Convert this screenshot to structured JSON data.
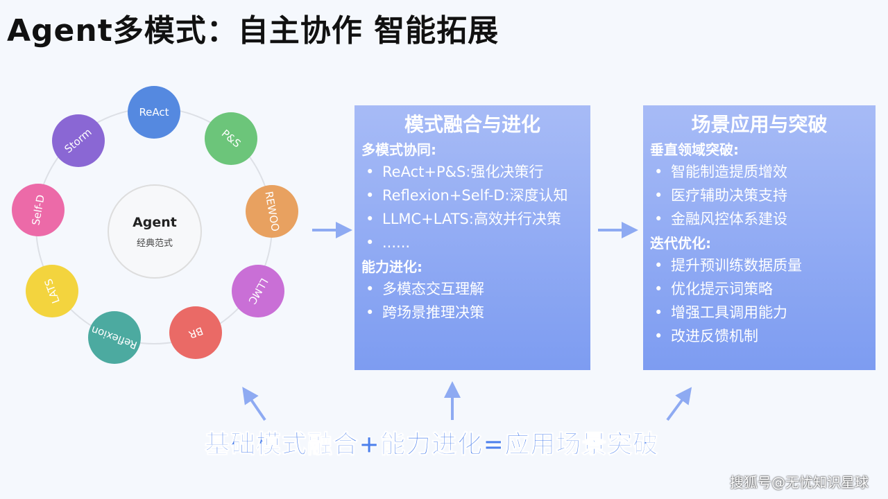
{
  "title": "Agent多模式：自主协作 智能拓展",
  "center": {
    "title": "Agent",
    "subtitle": "经典范式"
  },
  "nodes": [
    {
      "label": "ReAct",
      "color": "#5589e0"
    },
    {
      "label": "P&S",
      "color": "#6cc57a"
    },
    {
      "label": "REWOO",
      "color": "#e8a160"
    },
    {
      "label": "LLMC",
      "color": "#c96fd6"
    },
    {
      "label": "BR",
      "color": "#ea6a66"
    },
    {
      "label": "Reflexion",
      "color": "#4caaa0"
    },
    {
      "label": "LATS",
      "color": "#f3d43e"
    },
    {
      "label": "Self-D",
      "color": "#ec6aa8"
    },
    {
      "label": "Storm",
      "color": "#8a67d4"
    }
  ],
  "box1": {
    "title": "模式融合与进化",
    "h1": "多模式协同:",
    "items1": [
      "ReAct+P&S:强化决策行",
      "Reflexion+Self-D:深度认知",
      "LLMC+LATS:高效并行决策",
      "......"
    ],
    "h2": "能力进化:",
    "items2": [
      "多模态交互理解",
      "跨场景推理决策"
    ]
  },
  "box2": {
    "title": "场景应用与突破",
    "h1": "垂直领域突破:",
    "items1": [
      "智能制造提质增效",
      "医疗辅助决策支持",
      "金融风控体系建设"
    ],
    "h2": "迭代优化:",
    "items2": [
      "提升预训练数据质量",
      "优化提示词策略",
      "增强工具调用能力",
      "改进反馈机制"
    ]
  },
  "formula": "基础模式融合+能力进化=应用场景突破",
  "watermark": "搜狐号@无忧知识星球"
}
